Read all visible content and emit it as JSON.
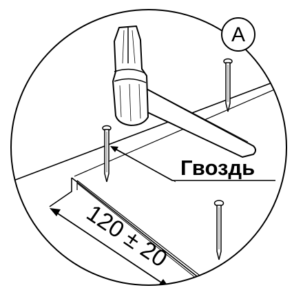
{
  "diagram": {
    "panel_label": "A",
    "callout_label": "Гвоздь",
    "dimension_label": "120 ± 20",
    "colors": {
      "stroke": "#000000",
      "background": "#ffffff",
      "hammer_light": "#ffffff"
    },
    "icons": [
      "hammer-icon",
      "nail-icon"
    ]
  }
}
